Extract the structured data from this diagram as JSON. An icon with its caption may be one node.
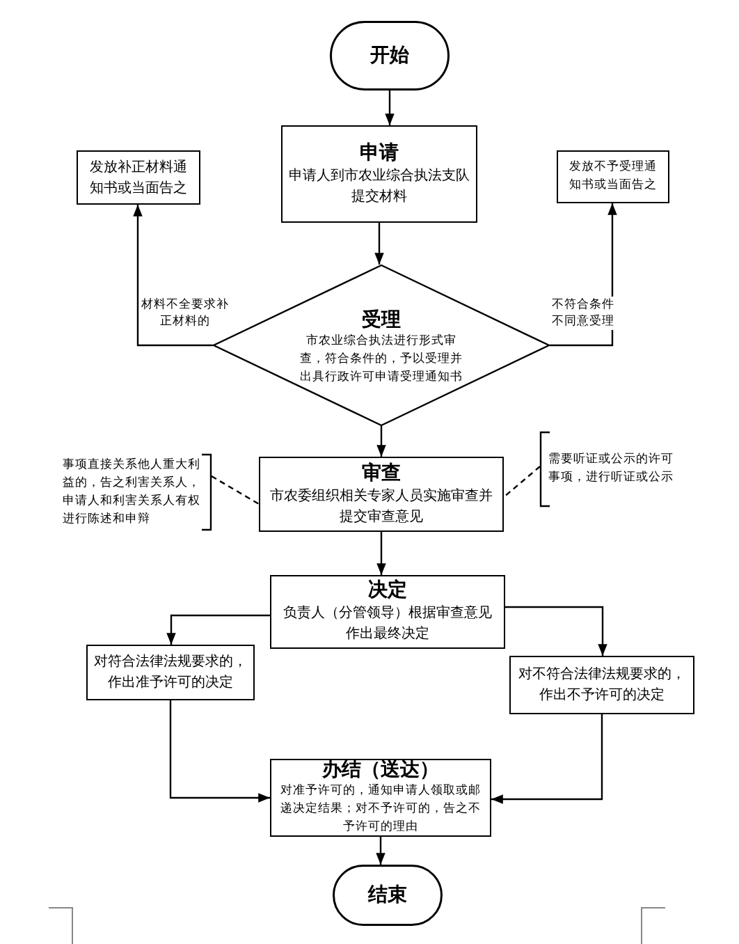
{
  "diagram": {
    "nodes": [
      {
        "text": [
          "开始"
        ]
      },
      {
        "text": [
          "申请",
          "申请人到市农业综合执法支队提交材料"
        ]
      },
      {
        "text": [
          "发放补正材料通知书或当面告之"
        ]
      },
      {
        "text": [
          "发放不予受理通知书或当面告之"
        ]
      },
      {
        "text": [
          "受理",
          "市农业综合执法进行形式审查，符合条件的，予以受理并出具行政许可申请受理通知书"
        ]
      },
      {
        "text": [
          "审查",
          "市农委组织相关专家人员实施审查并提交审查意见"
        ]
      },
      {
        "text": [
          "事项直接关系他人重大利益的，告之利害关系人，申请人和利害关系人有权进行陈述和申辩"
        ]
      },
      {
        "text": [
          "需要听证或公示的许可事项，进行听证或公示"
        ]
      },
      {
        "text": [
          "决定",
          "负责人（分管领导）根据审查意见作出最终决定"
        ]
      },
      {
        "text": [
          "对符合法律法规要求的，作出准予许可的决定"
        ]
      },
      {
        "text": [
          "对不符合法律法规要求的，作出不予许可的决定"
        ]
      },
      {
        "text": [
          "办结（送达）",
          "对准予许可的，通知申请人领取或邮递决定结果；对不予许可的，告之不予许可的理由"
        ]
      },
      {
        "text": [
          "结束"
        ]
      }
    ],
    "edges": [
      {
        "from": 0,
        "to": 1,
        "arrow": "to"
      },
      {
        "from": 1,
        "to": 4,
        "arrow": "to"
      },
      {
        "from": 4,
        "to": 2,
        "arrow": "to",
        "label": "材料不全要求补正材料的"
      },
      {
        "from": 4,
        "to": 3,
        "arrow": "to",
        "label": "不符合条件不同意受理"
      },
      {
        "from": 4,
        "to": 5,
        "arrow": "to"
      },
      {
        "from": 6,
        "to": 5,
        "arrow": "none",
        "style": "dashed"
      },
      {
        "from": 7,
        "to": 5,
        "arrow": "none",
        "style": "dashed"
      },
      {
        "from": 5,
        "to": 8,
        "arrow": "to"
      },
      {
        "from": 8,
        "to": 9,
        "arrow": "to"
      },
      {
        "from": 8,
        "to": 10,
        "arrow": "to"
      },
      {
        "from": 9,
        "to": 11,
        "arrow": "to"
      },
      {
        "from": 10,
        "to": 11,
        "arrow": "to"
      },
      {
        "from": 11,
        "to": 12,
        "arrow": "to"
      }
    ]
  }
}
